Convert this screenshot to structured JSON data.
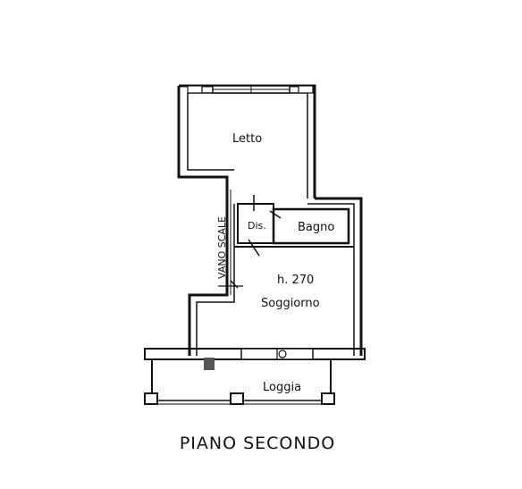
{
  "plan": {
    "rooms": {
      "letto": "Letto",
      "dis": "Dis.",
      "bagno": "Bagno",
      "height": "h. 270",
      "soggiorno": "Soggiorno",
      "loggia": "Loggia"
    },
    "stair_label": "VANO SCALE",
    "floor_title": "PIANO SECONDO"
  }
}
